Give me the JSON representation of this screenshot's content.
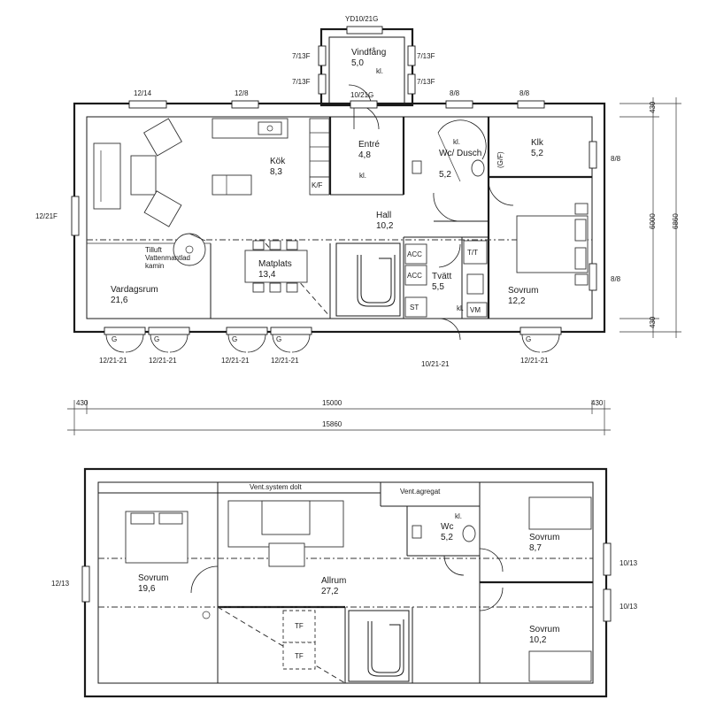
{
  "ground_floor": {
    "rooms": [
      {
        "name": "Vindfång",
        "area": "5,0",
        "note": "kl."
      },
      {
        "name": "Entré",
        "area": "4,8",
        "note": "kl."
      },
      {
        "name": "Wc/ Dusch",
        "area": "5,2",
        "note": "kl."
      },
      {
        "name": "Klk",
        "area": "5,2"
      },
      {
        "name": "Kök",
        "area": "8,3"
      },
      {
        "name": "Hall",
        "area": "10,2"
      },
      {
        "name": "Matplats",
        "area": "13,4"
      },
      {
        "name": "Vardagsrum",
        "area": "21,6"
      },
      {
        "name": "Tvätt",
        "area": "5,5",
        "note": "kl."
      },
      {
        "name": "Sovrum",
        "area": "12,2"
      }
    ],
    "fixtures": {
      "kf": "K/F",
      "acc1": "ACC",
      "acc2": "ACC",
      "st": "ST",
      "tt": "T/T",
      "vm": "VM",
      "gvf": "(G/F)",
      "stove_line1": "Tilluft",
      "stove_line2": "Vattenmantlad",
      "stove_line3": "kamin"
    },
    "windows": {
      "top": [
        "12/14",
        "12/8",
        "8/8",
        "8/8"
      ],
      "vestibule_top": "YD10/21G",
      "vestibule_side_left": [
        "7/13F",
        "7/13F"
      ],
      "vestibule_side_right": [
        "7/13F",
        "7/13F"
      ],
      "entry_door": "10/21G",
      "left": "12/21F",
      "right": [
        "8/8",
        "8/8"
      ],
      "bottom": [
        "12/21-21",
        "12/21-21",
        "12/21-21",
        "12/21-21",
        "10/21-21",
        "12/21-21"
      ],
      "bottom_tag": "G"
    },
    "dimensions": {
      "vertical_wall_top": "430",
      "vertical_inner": "6000",
      "vertical_total": "6860",
      "vertical_wall_bottom": "430",
      "horizontal_wall_left": "430",
      "horizontal_inner": "15000",
      "horizontal_wall_right": "430",
      "horizontal_total": "15860"
    }
  },
  "upper_floor": {
    "rooms": [
      {
        "name": "Sovrum",
        "area": "19,6"
      },
      {
        "name": "Allrum",
        "area": "27,2"
      },
      {
        "name": "Wc",
        "area": "5,2",
        "note": "kl."
      },
      {
        "name": "Sovrum",
        "area": "8,7"
      },
      {
        "name": "Sovrum",
        "area": "10,2"
      }
    ],
    "labels": {
      "vent_hidden": "Vent.system dolt",
      "vent_unit": "Vent.agregat",
      "tf1": "TF",
      "tf2": "TF"
    },
    "windows": {
      "left": "12/13",
      "right": [
        "10/13",
        "10/13"
      ]
    }
  }
}
